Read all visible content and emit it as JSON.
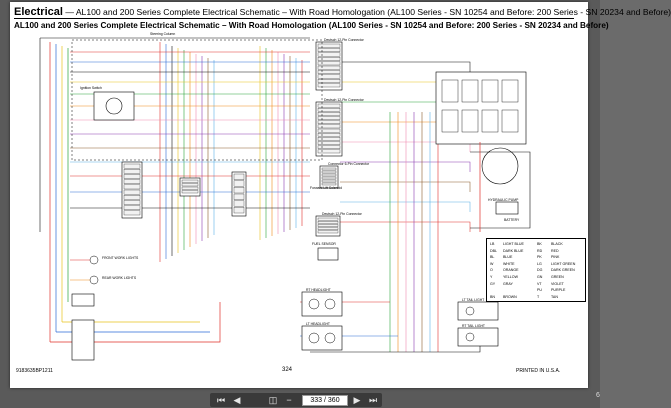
{
  "document": {
    "section": "Electrical",
    "title_suffix": "— AL100 and 200 Series Complete Electrical Schematic – With Road Homologation (AL100 Series - SN 10254 and Before: 200 Series - SN 20234 and Before)",
    "subtitle": "AL100 and 200 Series Complete Electrical Schematic – With Road Homologation (AL100 Series - SN 10254 and Before: 200 Series - SN 20234 and Before)",
    "labels": {
      "steering_column": "Steering Column",
      "ignition_switch": "Ignition Switch",
      "deutsch_connector_1": "Deutsch 12-Pin Connector",
      "deutsch_connector_2": "Deutsch 12-Pin Connector",
      "deutsch_connector_3": "Deutsch 12-Pin Connector",
      "connector_6pin": "Connector 6-Pin Connector",
      "fuel_sensor": "FUEL SENSOR",
      "front_work_lights": "FRONT WORK LIGHTS",
      "rear_work_lights": "REAR WORK LIGHTS",
      "rt_headlight": "RT HEADLIGHT",
      "lt_headlight": "LT HEADLIGHT",
      "lt_tail_light": "LT TAIL LIGHT",
      "rt_tail_light": "RT TAIL LIGHT",
      "forward_lift_solenoid": "Forward Lift Solenoid",
      "hydraulic_pump": "HYDRAULIC PUMP",
      "battery": "BATTERY"
    },
    "color_legend": [
      [
        "LB",
        "LIGHT BLUE",
        "BK",
        "BLACK"
      ],
      [
        "DBL",
        "DARK BLUE",
        "RD",
        "RED"
      ],
      [
        "BL",
        "BLUE",
        "PK",
        "PINK"
      ],
      [
        "W",
        "WHITE",
        "LG",
        "LIGHT GREEN"
      ],
      [
        "O",
        "ORANGE",
        "DG",
        "DARK GREEN"
      ],
      [
        "Y",
        "YELLOW",
        "GN",
        "GREEN"
      ],
      [
        "GY",
        "GRAY",
        "VT",
        "VIOLET"
      ],
      [
        "",
        "",
        "PU",
        "PURPLE"
      ],
      [
        "BN",
        "BROWN",
        "T",
        "TAN"
      ]
    ],
    "footer": {
      "left_code": "9183635BP1211",
      "page_number": "324",
      "right_text": "PRINTED IN U.S.A."
    }
  },
  "viewer": {
    "page_field": "333 / 360",
    "edge_number": "6",
    "wire_colors": {
      "red": "#e0302a",
      "blue": "#2a6ad6",
      "black": "#111111",
      "yellow": "#e8c21a",
      "green": "#2aa43a",
      "orange": "#f08a1a",
      "pink": "#f08ab0",
      "purple": "#8a3ab0",
      "brown": "#8a5a2a",
      "gray": "#8c8c8c",
      "lightblue": "#5ab0e6"
    }
  }
}
